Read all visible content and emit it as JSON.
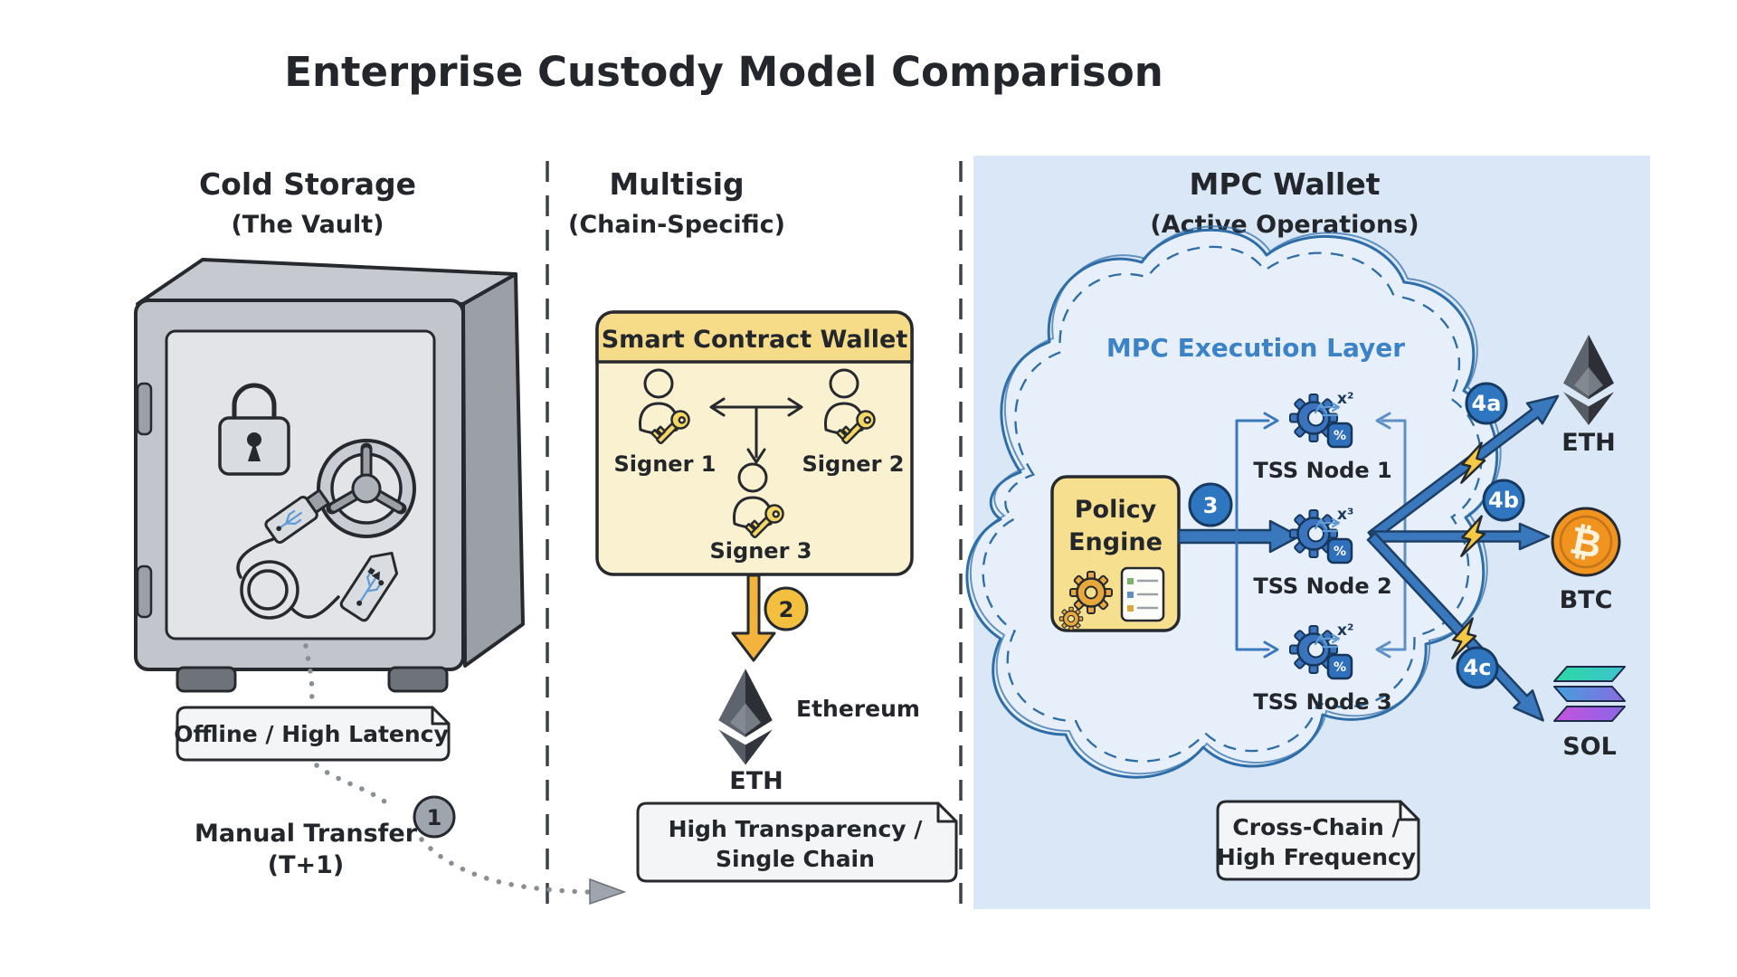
{
  "title": "Enterprise Custody Model Comparison",
  "colors": {
    "panel_blue": "#D9E7F6",
    "cloud_fill": "#E7F0FA",
    "cloud_stroke": "#2E6DA8",
    "accent_blue": "#3A78BE",
    "badge_blue": "#2F76C0",
    "card_body_yellow": "#FAF1D0",
    "card_header_yellow": "#F6DB88",
    "policy_yellow": "#F7DF90",
    "orange_arrow": "#F3B33C",
    "key_yellow": "#F4D765",
    "step_gray": "#9FA5AD",
    "btc_orange": "#F0931F",
    "bolt_yellow": "#F6C945",
    "eth_dark": "#2C3036"
  },
  "sections": {
    "cold_storage": {
      "title": "Cold Storage",
      "subtitle": "(The Vault)",
      "note": "Offline / High Latency",
      "step_badge": "1",
      "transfer_label": "Manual Transfer",
      "transfer_sublabel": "(T+1)"
    },
    "multisig": {
      "title": "Multisig",
      "subtitle": "(Chain-Specific)",
      "card_title": "Smart Contract Wallet",
      "signers": [
        "Signer 1",
        "Signer 2",
        "Signer 3"
      ],
      "step_badge": "2",
      "chain_name": "Ethereum",
      "chain_ticker": "ETH",
      "note_line1": "High Transparency /",
      "note_line2": "Single Chain"
    },
    "mpc": {
      "title": "MPC Wallet",
      "subtitle": "(Active Operations)",
      "cloud_label": "MPC Execution Layer",
      "policy_line1": "Policy",
      "policy_line2": "Engine",
      "step_badge": "3",
      "nodes": [
        {
          "label": "TSS Node 1",
          "superscript": "x²",
          "badge": "%"
        },
        {
          "label": "TSS Node 2",
          "superscript": "x³",
          "badge": "%"
        },
        {
          "label": "TSS Node 3",
          "superscript": "x²",
          "badge": "%"
        }
      ],
      "outputs": [
        {
          "step_badge": "4a",
          "ticker": "ETH"
        },
        {
          "step_badge": "4b",
          "ticker": "BTC"
        },
        {
          "step_badge": "4c",
          "ticker": "SOL"
        }
      ],
      "btc_symbol": "₿",
      "note_line1": "Cross-Chain /",
      "note_line2": "High Frequency"
    }
  }
}
